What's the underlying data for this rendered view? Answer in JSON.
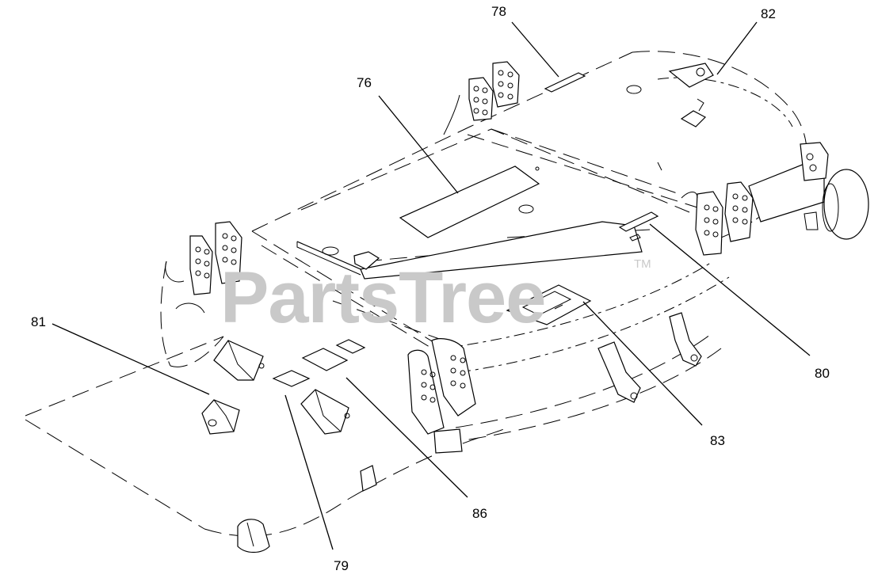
{
  "watermark": {
    "text": "PartsTree",
    "trademark": "TM"
  },
  "callouts": [
    {
      "id": "76",
      "label": "76"
    },
    {
      "id": "78",
      "label": "78"
    },
    {
      "id": "79",
      "label": "79"
    },
    {
      "id": "80",
      "label": "80"
    },
    {
      "id": "81",
      "label": "81"
    },
    {
      "id": "82",
      "label": "82"
    },
    {
      "id": "83",
      "label": "83"
    },
    {
      "id": "86",
      "label": "86"
    }
  ]
}
